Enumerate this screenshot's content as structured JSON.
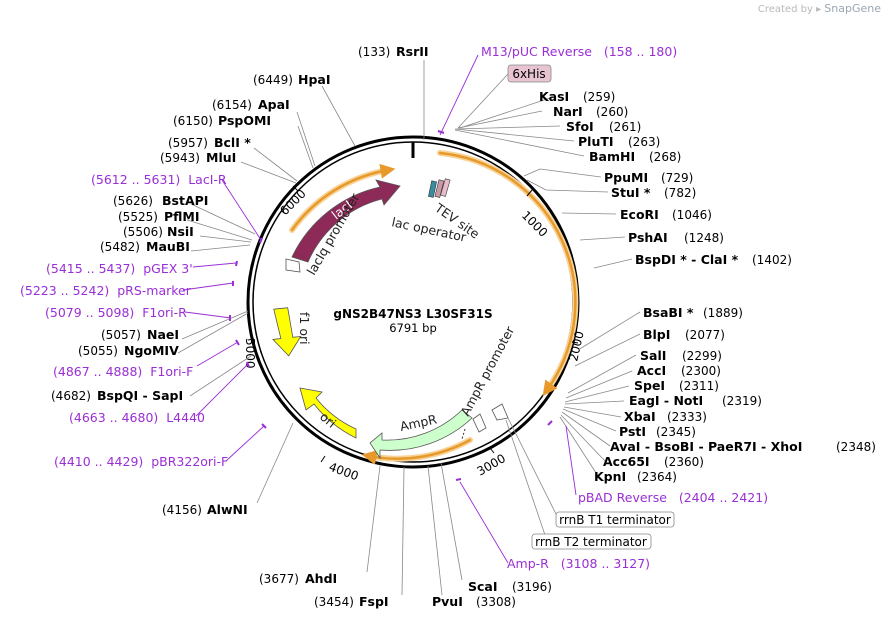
{
  "brand": {
    "created_by": "Created by",
    "app": "SnapGene"
  },
  "plasmid": {
    "name": "gNS2B47NS3 L30SF31S",
    "size_label": "6791 bp"
  },
  "ticks": [
    "1000",
    "2000",
    "3000",
    "4000",
    "5000",
    "6000"
  ],
  "features": {
    "lacI": "lacI",
    "lacIq": "lacIq promoter",
    "lacop": "lac operator",
    "tev": "TEV site",
    "f1ori": "f1 ori",
    "ori": "ori",
    "ampR": "AmpR",
    "ampRprom": "AmpR promoter"
  },
  "site_labels": [
    {
      "pos": "(133)",
      "name": "RsrII"
    },
    {
      "pos": "(6449)",
      "name": "HpaI"
    },
    {
      "pos": "(6154)",
      "name": "ApaI"
    },
    {
      "pos": "(6150)",
      "name": "PspOMI"
    },
    {
      "pos": "(5957)",
      "name": "BclI *"
    },
    {
      "pos": "(5943)",
      "name": "MluI"
    },
    {
      "pos": "(5626)",
      "name": "BstAPI"
    },
    {
      "pos": "(5525)",
      "name": "PflMI"
    },
    {
      "pos": "(5506)",
      "name": "NsiI"
    },
    {
      "pos": "(5482)",
      "name": "MauBI"
    },
    {
      "pos": "(5057)",
      "name": "NaeI"
    },
    {
      "pos": "(5055)",
      "name": "NgoMIV"
    },
    {
      "pos": "(4682)",
      "name": "BspQI - SapI"
    },
    {
      "pos": "(4156)",
      "name": "AlwNI"
    },
    {
      "pos": "(3677)",
      "name": "AhdI"
    },
    {
      "pos": "(3454)",
      "name": "FspI"
    },
    {
      "name": "PvuI",
      "pos": "(3308)"
    },
    {
      "name": "ScaI",
      "pos": "(3196)"
    },
    {
      "name": "KasI",
      "pos": "(259)"
    },
    {
      "name": "NarI",
      "pos": "(260)"
    },
    {
      "name": "SfoI",
      "pos": "(261)"
    },
    {
      "name": "PluTI",
      "pos": "(263)"
    },
    {
      "name": "BamHI",
      "pos": "(268)"
    },
    {
      "name": "PpuMI",
      "pos": "(729)"
    },
    {
      "name": "StuI *",
      "pos": "(782)"
    },
    {
      "name": "EcoRI",
      "pos": "(1046)"
    },
    {
      "name": "PshAI",
      "pos": "(1248)"
    },
    {
      "name": "BspDI * - ClaI *",
      "pos": "(1402)"
    },
    {
      "name": "BsaBI *",
      "pos": "(1889)"
    },
    {
      "name": "BlpI",
      "pos": "(2077)"
    },
    {
      "name": "SalI",
      "pos": "(2299)"
    },
    {
      "name": "AccI",
      "pos": "(2300)"
    },
    {
      "name": "SpeI",
      "pos": "(2311)"
    },
    {
      "name": "EagI - NotI",
      "pos": "(2319)"
    },
    {
      "name": "XbaI",
      "pos": "(2333)"
    },
    {
      "name": "PstI",
      "pos": "(2345)"
    },
    {
      "name": "AvaI - BsoBI - PaeR7I - XhoI",
      "pos": "(2348)"
    },
    {
      "name": "Acc65I",
      "pos": "(2360)"
    },
    {
      "name": "KpnI",
      "pos": "(2364)"
    }
  ],
  "primer_labels": [
    {
      "text": "M13/pUC Reverse   (158 .. 180)"
    },
    {
      "text": "(5612 .. 5631)  LacI-R"
    },
    {
      "text": "(5415 .. 5437)  pGEX 3'"
    },
    {
      "text": "(5223 .. 5242)  pRS-marker"
    },
    {
      "text": "(5079 .. 5098)  F1ori-R"
    },
    {
      "text": "(4867 .. 4888)  F1ori-F"
    },
    {
      "text": "(4663 .. 4680)  L4440"
    },
    {
      "text": "(4410 .. 4429)  pBR322ori-F"
    },
    {
      "text": "pBAD Reverse   (2404 .. 2421)"
    },
    {
      "text": "Amp-R   (3108 .. 3127)"
    }
  ],
  "boxed_labels": {
    "his": "6xHis",
    "t1": "rrnB T1 terminator",
    "t2": "rrnB T2 terminator"
  },
  "colors": {
    "lacI": "#8e2a57",
    "lacIq": "#ffffff",
    "f1ori": "#ffff00",
    "ori": "#ffff00",
    "ampR": "#ccffcc",
    "orange": "#e79a2a",
    "primer": "#9a2fd6"
  }
}
